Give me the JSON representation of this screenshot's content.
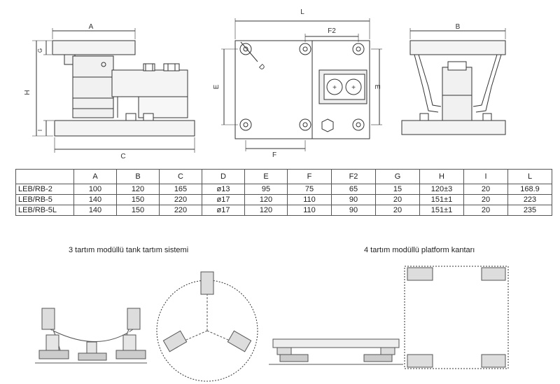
{
  "top_views": {
    "side_dims": {
      "A": "A",
      "G": "G",
      "H": "H",
      "I": "I",
      "C": "C"
    },
    "top_dims": {
      "L": "L",
      "F2": "F2",
      "D": "D",
      "E": "E",
      "F": "F"
    },
    "end_dims": {
      "B": "B",
      "E": "E"
    }
  },
  "table": {
    "headers": [
      "",
      "A",
      "B",
      "C",
      "D",
      "E",
      "F",
      "F2",
      "G",
      "H",
      "I",
      "L"
    ],
    "rows": [
      [
        "LEB/RB-2",
        "100",
        "120",
        "165",
        "ø13",
        "95",
        "75",
        "65",
        "15",
        "120±3",
        "20",
        "168.9"
      ],
      [
        "LEB/RB-5",
        "140",
        "150",
        "220",
        "ø17",
        "120",
        "110",
        "90",
        "20",
        "151±1",
        "20",
        "223"
      ],
      [
        "LEB/RB-5L",
        "140",
        "150",
        "220",
        "ø17",
        "120",
        "110",
        "90",
        "20",
        "151±1",
        "20",
        "235"
      ]
    ]
  },
  "captions": {
    "tank": "3 tartım modüllü tank tartım sistemi",
    "platform": "4 tartım modüllü platform kantarı"
  }
}
